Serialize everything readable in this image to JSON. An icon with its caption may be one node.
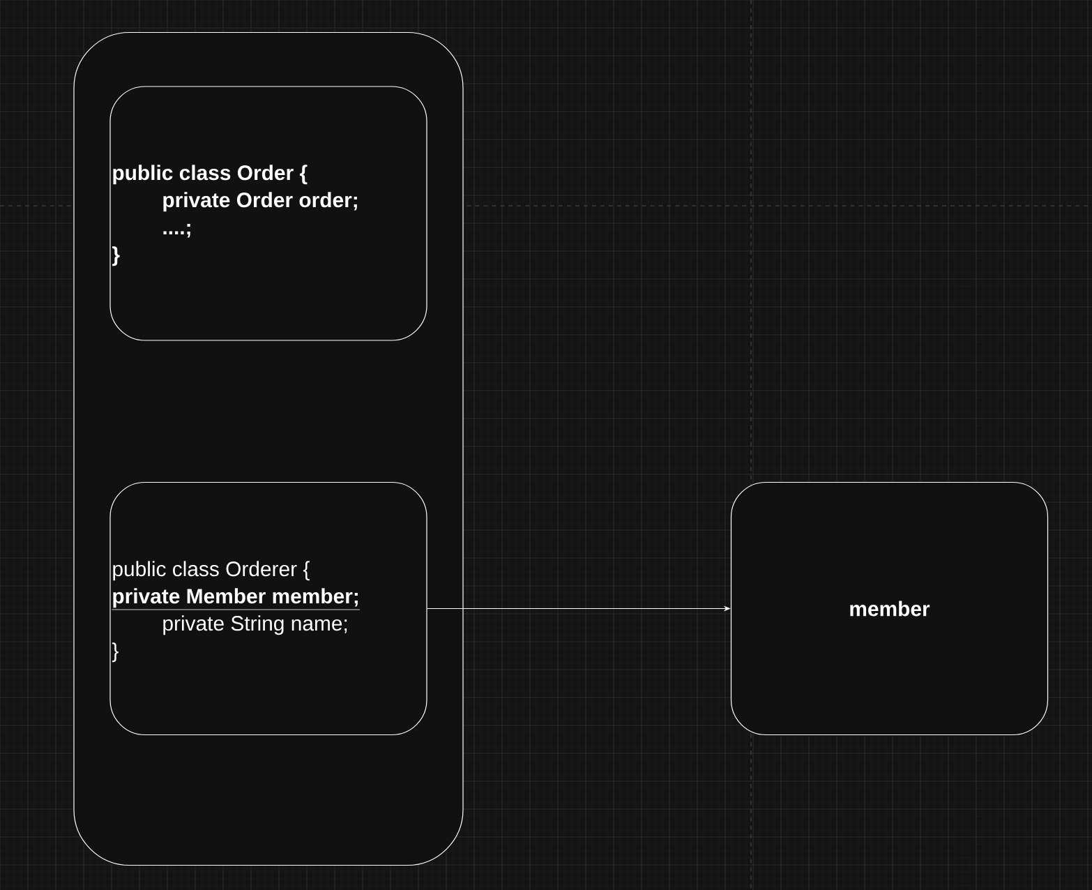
{
  "diagram": {
    "nodes": [
      {
        "text": [],
        "shape": "box"
      },
      {
        "text": [
          "public class Order {",
          "private Order order;",
          "....;",
          "}"
        ],
        "in": 0
      },
      {
        "text": [
          "public class Orderer {",
          "private Member member;",
          "private String name;",
          "}"
        ],
        "in": 0
      },
      {
        "text": [
          "member"
        ]
      }
    ],
    "edges": [
      {
        "from": 2,
        "to": 3,
        "arrow": "to"
      }
    ]
  }
}
